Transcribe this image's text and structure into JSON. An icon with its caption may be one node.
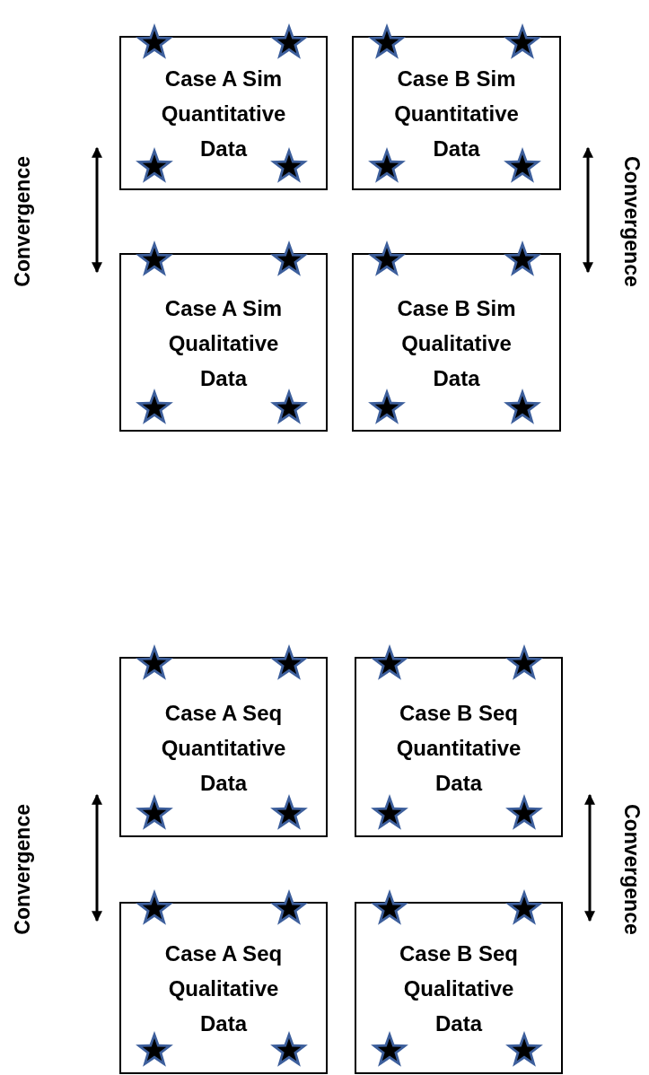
{
  "diagram": {
    "nodes": [
      {
        "text": [
          "Case A Sim Quantitative Data"
        ]
      },
      {
        "text": [
          "Case B Sim Quantitative Data"
        ]
      },
      {
        "text": [
          "Case A Sim Qualitative Data"
        ]
      },
      {
        "text": [
          "Case B Sim Qualitative Data"
        ]
      },
      {
        "text": [
          "Case A Seq Quantitative Data"
        ]
      },
      {
        "text": [
          "Case B Seq Quantitative Data"
        ]
      },
      {
        "text": [
          "Case A Seq Qualitative Data"
        ]
      },
      {
        "text": [
          "Case B Seq Qualitative Data"
        ]
      }
    ],
    "edges": [
      {
        "from": 0,
        "to": 2,
        "arrow": "both",
        "label": "Convergence"
      },
      {
        "from": 1,
        "to": 3,
        "arrow": "both",
        "label": "Convergence"
      },
      {
        "from": 4,
        "to": 6,
        "arrow": "both",
        "label": "Convergence"
      },
      {
        "from": 5,
        "to": 7,
        "arrow": "both",
        "label": "Convergence"
      }
    ]
  }
}
